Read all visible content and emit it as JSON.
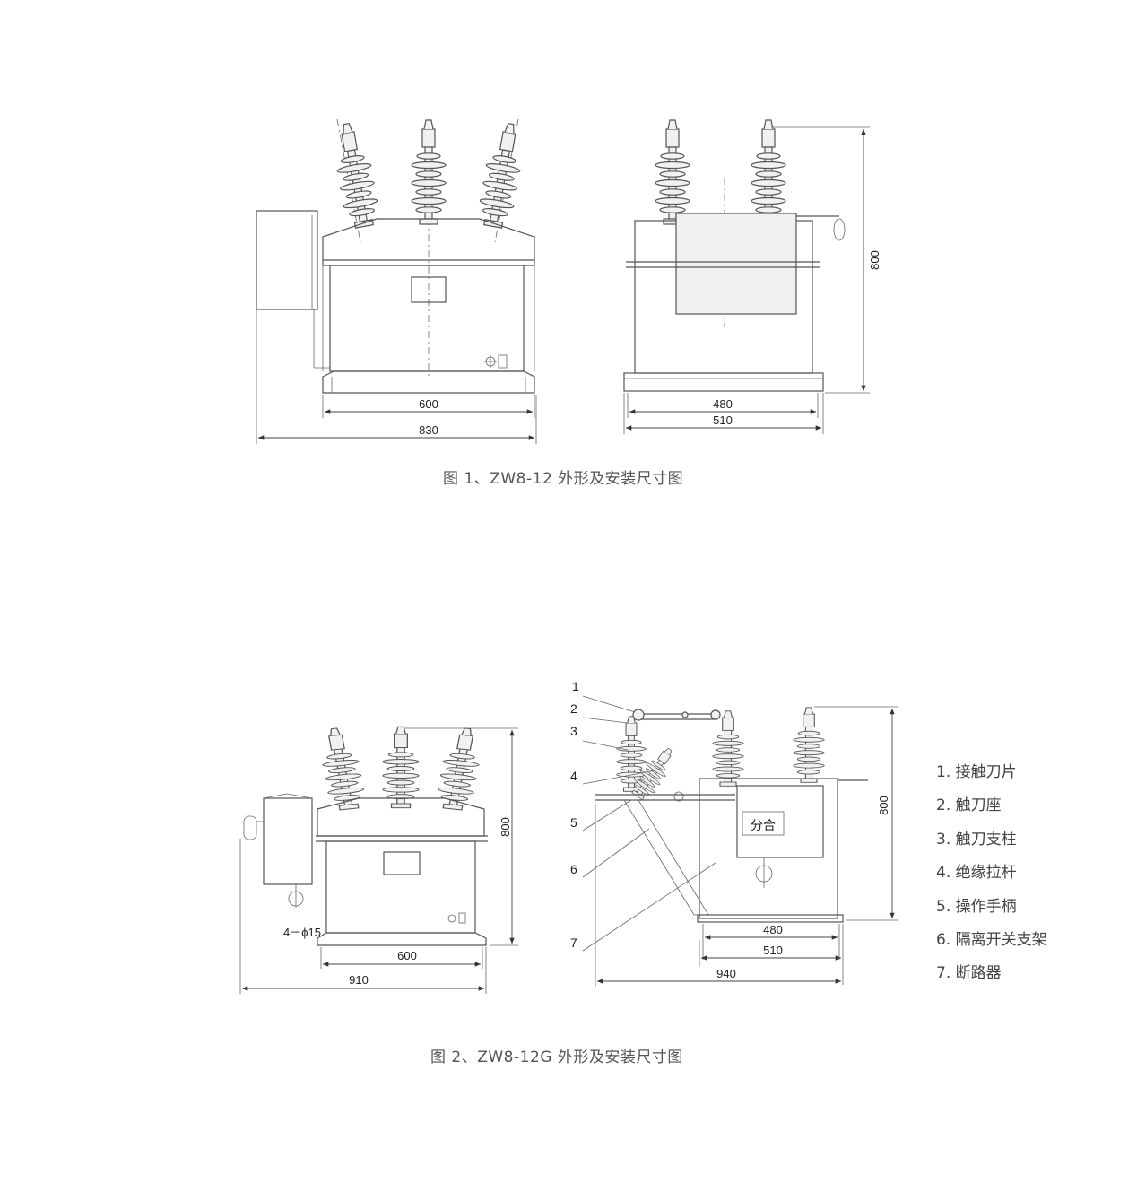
{
  "figure1": {
    "caption": "图 1、ZW8-12 外形及安装尺寸图",
    "dims": {
      "d600": "600",
      "d830": "830",
      "d480": "480",
      "d510": "510",
      "d800": "800"
    }
  },
  "figure2": {
    "caption": "图 2、ZW8-12G 外形及安装尺寸图",
    "dims": {
      "d600": "600",
      "d910": "910",
      "d480": "480",
      "d510": "510",
      "d940": "940",
      "d800": "800",
      "holes": "4－ϕ15"
    },
    "plate_text": "分合",
    "callouts": [
      "1",
      "2",
      "3",
      "4",
      "5",
      "6",
      "7"
    ],
    "legend": [
      "1. 接触刀片",
      "2. 触刀座",
      "3. 触刀支柱",
      "4. 绝缘拉杆",
      "5. 操作手柄",
      "6. 隔离开关支架",
      "7. 断路器"
    ]
  }
}
